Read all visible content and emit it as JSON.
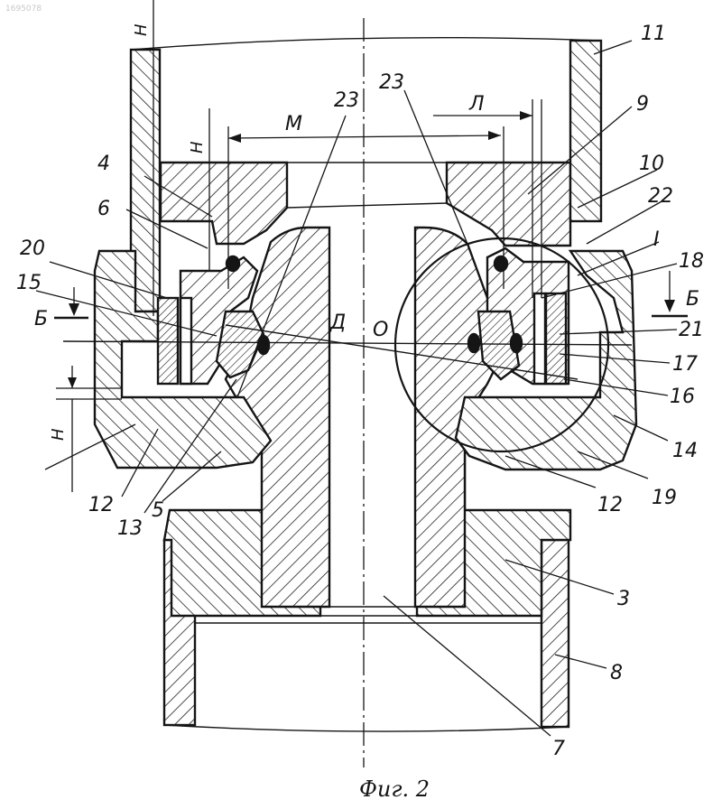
{
  "figure": {
    "caption": "Фиг. 2",
    "stamp": "1695078",
    "colors": {
      "ink": "#151515",
      "paper": "#ffffff"
    }
  },
  "labels": {
    "n3": "3",
    "n4": "4",
    "n5": "5",
    "n6": "6",
    "n7": "7",
    "n8": "8",
    "n9": "9",
    "n10": "10",
    "n11": "11",
    "n12_left": "12",
    "n12_right": "12",
    "n13": "13",
    "n14": "14",
    "n15": "15",
    "n16": "16",
    "n17": "17",
    "n18": "18",
    "n19": "19",
    "n20": "20",
    "n21": "21",
    "n22": "22",
    "n23_left": "23",
    "n23_right": "23",
    "roman_i": "I",
    "letter_m": "M",
    "letter_l": "Л",
    "letter_d": "Д",
    "letter_o": "O",
    "section_b_left": "Б",
    "section_b_right": "Б",
    "gap_h_top": "H",
    "gap_h_mid": "H",
    "gap_h_left": "H"
  }
}
